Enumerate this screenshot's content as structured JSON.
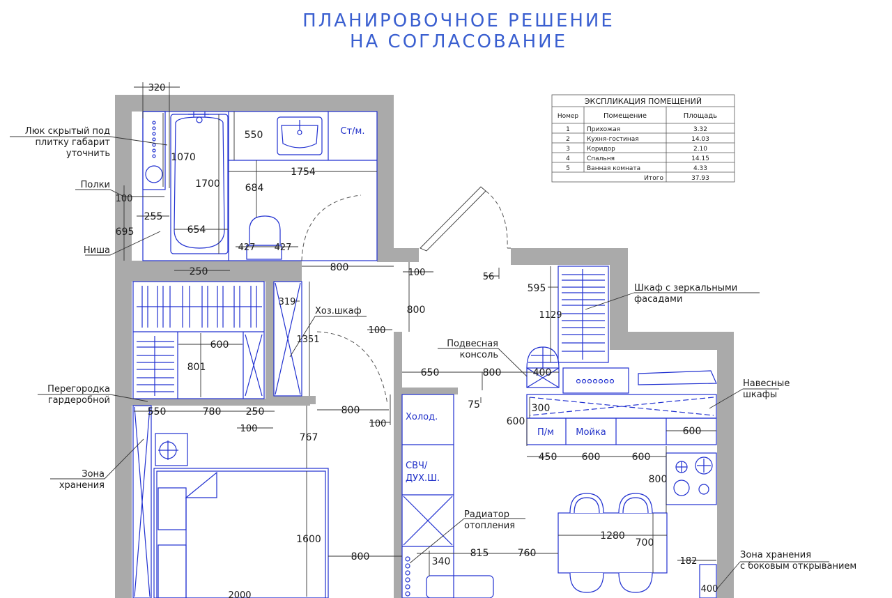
{
  "title": {
    "line1": "ПЛАНИРОВОЧНОЕ РЕШЕНИЕ",
    "line2": "НА СОГЛАСОВАНИЕ"
  },
  "explication": {
    "title": "ЭКСПЛИКАЦИЯ ПОМЕЩЕНИЙ",
    "headers": [
      "Номер",
      "Помещение",
      "Площадь"
    ],
    "rows": [
      [
        "1",
        "Прихожая",
        "3.32"
      ],
      [
        "2",
        "Кухня-гостиная",
        "14.03"
      ],
      [
        "3",
        "Коридор",
        "2.10"
      ],
      [
        "4",
        "Спальня",
        "14.15"
      ],
      [
        "5",
        "Ванная комната",
        "4.33"
      ]
    ],
    "total_label": "Итого",
    "total_value": "37.93"
  },
  "callouts": {
    "hatch_l1": "Люк скрытый под",
    "hatch_l2": "плитку габарит",
    "hatch_l3": "уточнить",
    "shelves": "Полки",
    "niche": "Ниша",
    "partition_l1": "Перегородка",
    "partition_l2": "гардеробной",
    "storage_l1": "Зона",
    "storage_l2": "хранения",
    "utility_closet": "Хоз.шкаф",
    "console_l1": "Подвесная",
    "console_l2": "консоль",
    "mirror_l1": "Шкаф с зеркальными",
    "mirror_l2": "фасадами",
    "wall_cab_l1": "Навесные",
    "wall_cab_l2": "шкафы",
    "radiator_l1": "Радиатор",
    "radiator_l2": "отопления",
    "side_storage_l1": "Зона хранения",
    "side_storage_l2": "с боковым открыванием"
  },
  "fixtures": {
    "washer": "Ст/м.",
    "fridge": "Холод.",
    "oven_l1": "СВЧ/",
    "oven_l2": "ДУХ.Ш.",
    "dishwasher": "П/м",
    "sink": "Мойка"
  },
  "dims": {
    "d320": "320",
    "d550a": "550",
    "d1070": "1070",
    "d1754": "1754",
    "d1700": "1700",
    "d684": "684",
    "d100a": "100",
    "d255": "255",
    "d695": "695",
    "d654": "654",
    "d427a": "427",
    "d427b": "427",
    "d250a": "250",
    "d800a": "800",
    "d100b": "100",
    "d56": "56",
    "d595": "595",
    "d1129": "1129",
    "d319": "319",
    "d1351": "1351",
    "d800b": "800",
    "d100c": "100",
    "d600a": "600",
    "d801": "801",
    "d650": "650",
    "d800c": "800",
    "d400a": "400",
    "d75": "75",
    "d550b": "550",
    "d780": "780",
    "d250b": "250",
    "d800d": "800",
    "d100d": "100",
    "d100e": "100",
    "d767": "767",
    "d300": "300",
    "d600b": "600",
    "d600c": "600",
    "d450": "450",
    "d600d": "600",
    "d600e": "600",
    "d800e": "800",
    "d1600": "1600",
    "d800f": "800",
    "d340": "340",
    "d815": "815",
    "d760": "760",
    "d1280": "1280",
    "d700": "700",
    "d182": "182",
    "d400b": "400",
    "d2000": "2000"
  }
}
